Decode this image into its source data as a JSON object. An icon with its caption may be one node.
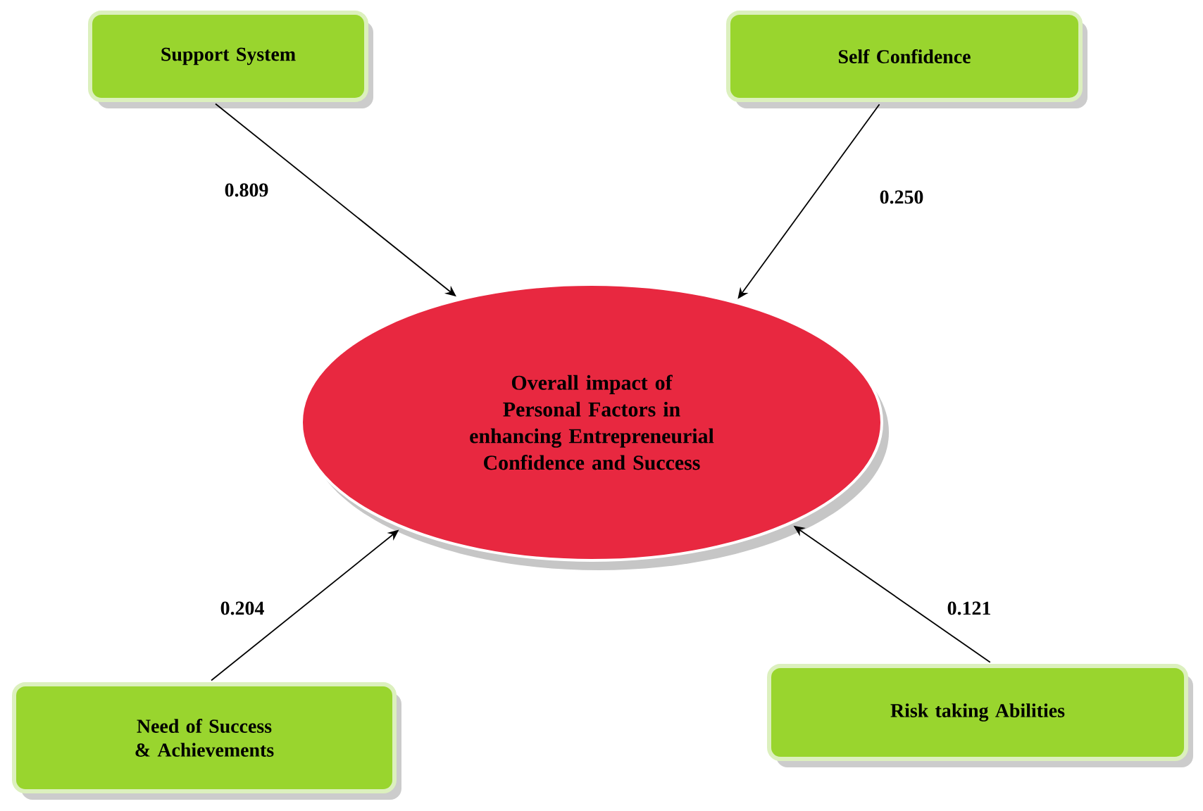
{
  "diagram": {
    "nodes": [
      {
        "text": [
          "Support System"
        ]
      },
      {
        "text": [
          "Self Confidence"
        ]
      },
      {
        "text": [
          "Overall impact of Personal Factors in enhancing Entrepreneurial Confidence and Success"
        ]
      },
      {
        "text": [
          "Need of Success & Achievements"
        ]
      },
      {
        "text": [
          "Risk taking Abilities"
        ]
      }
    ],
    "edges": [
      {
        "from": 0,
        "to": 2,
        "arrow": "to",
        "label": "0.809"
      },
      {
        "from": 1,
        "to": 2,
        "arrow": "to",
        "label": "0.250"
      },
      {
        "from": 3,
        "to": 2,
        "arrow": "to",
        "label": "0.204"
      },
      {
        "from": 4,
        "to": 2,
        "arrow": "to",
        "label": "0.121"
      }
    ]
  }
}
